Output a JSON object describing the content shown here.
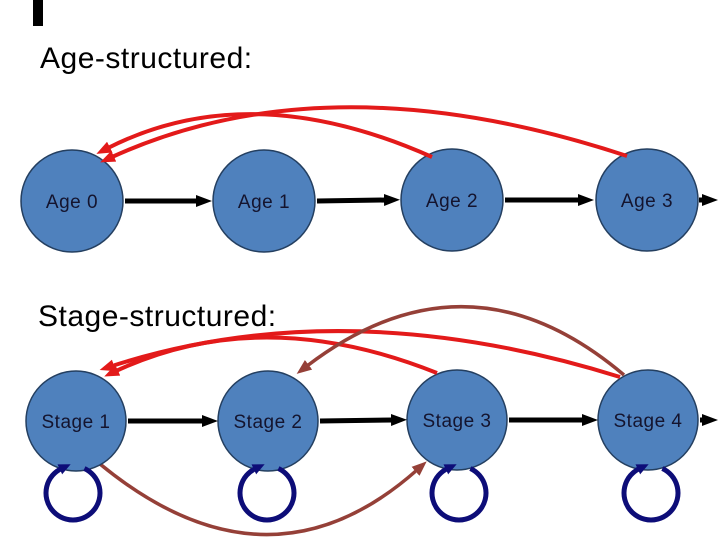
{
  "titles": {
    "age": "Age-structured:",
    "stage": "Stage-structured:"
  },
  "age_model": {
    "nodes": [
      {
        "label": "Age 0"
      },
      {
        "label": "Age 1"
      },
      {
        "label": "Age 2"
      },
      {
        "label": "Age 3"
      }
    ],
    "edges": {
      "transitions": [
        "Age 0 -> Age 1",
        "Age 1 -> Age 2",
        "Age 2 -> Age 3",
        "Age 3 -> out"
      ],
      "fecundity_arcs": [
        "Age 2 -> Age 0",
        "Age 3 -> Age 0"
      ]
    }
  },
  "stage_model": {
    "nodes": [
      {
        "label": "Stage 1"
      },
      {
        "label": "Stage 2"
      },
      {
        "label": "Stage 3"
      },
      {
        "label": "Stage 4"
      }
    ],
    "edges": {
      "transitions": [
        "Stage 1 -> Stage 2",
        "Stage 2 -> Stage 3",
        "Stage 3 -> Stage 4",
        "Stage 4 -> out"
      ],
      "fecundity_arcs": [
        "Stage 3 -> Stage 1",
        "Stage 4 -> Stage 1"
      ],
      "skip_arcs": [
        "Stage 1 -> Stage 3",
        "Stage 4 -> Stage 2"
      ],
      "self_loops": [
        "Stage 1",
        "Stage 2",
        "Stage 3",
        "Stage 4"
      ]
    }
  },
  "colors": {
    "node_fill": "#4f81bd",
    "node_border": "#243f60",
    "transition_arrow": "#000000",
    "fecundity_arrow": "#e31a1a",
    "skip_arrow": "#954038",
    "self_loop_arrow": "#0d0d78",
    "node_label": "#14142e",
    "title_text": "#000000",
    "background": "#ffffff"
  }
}
